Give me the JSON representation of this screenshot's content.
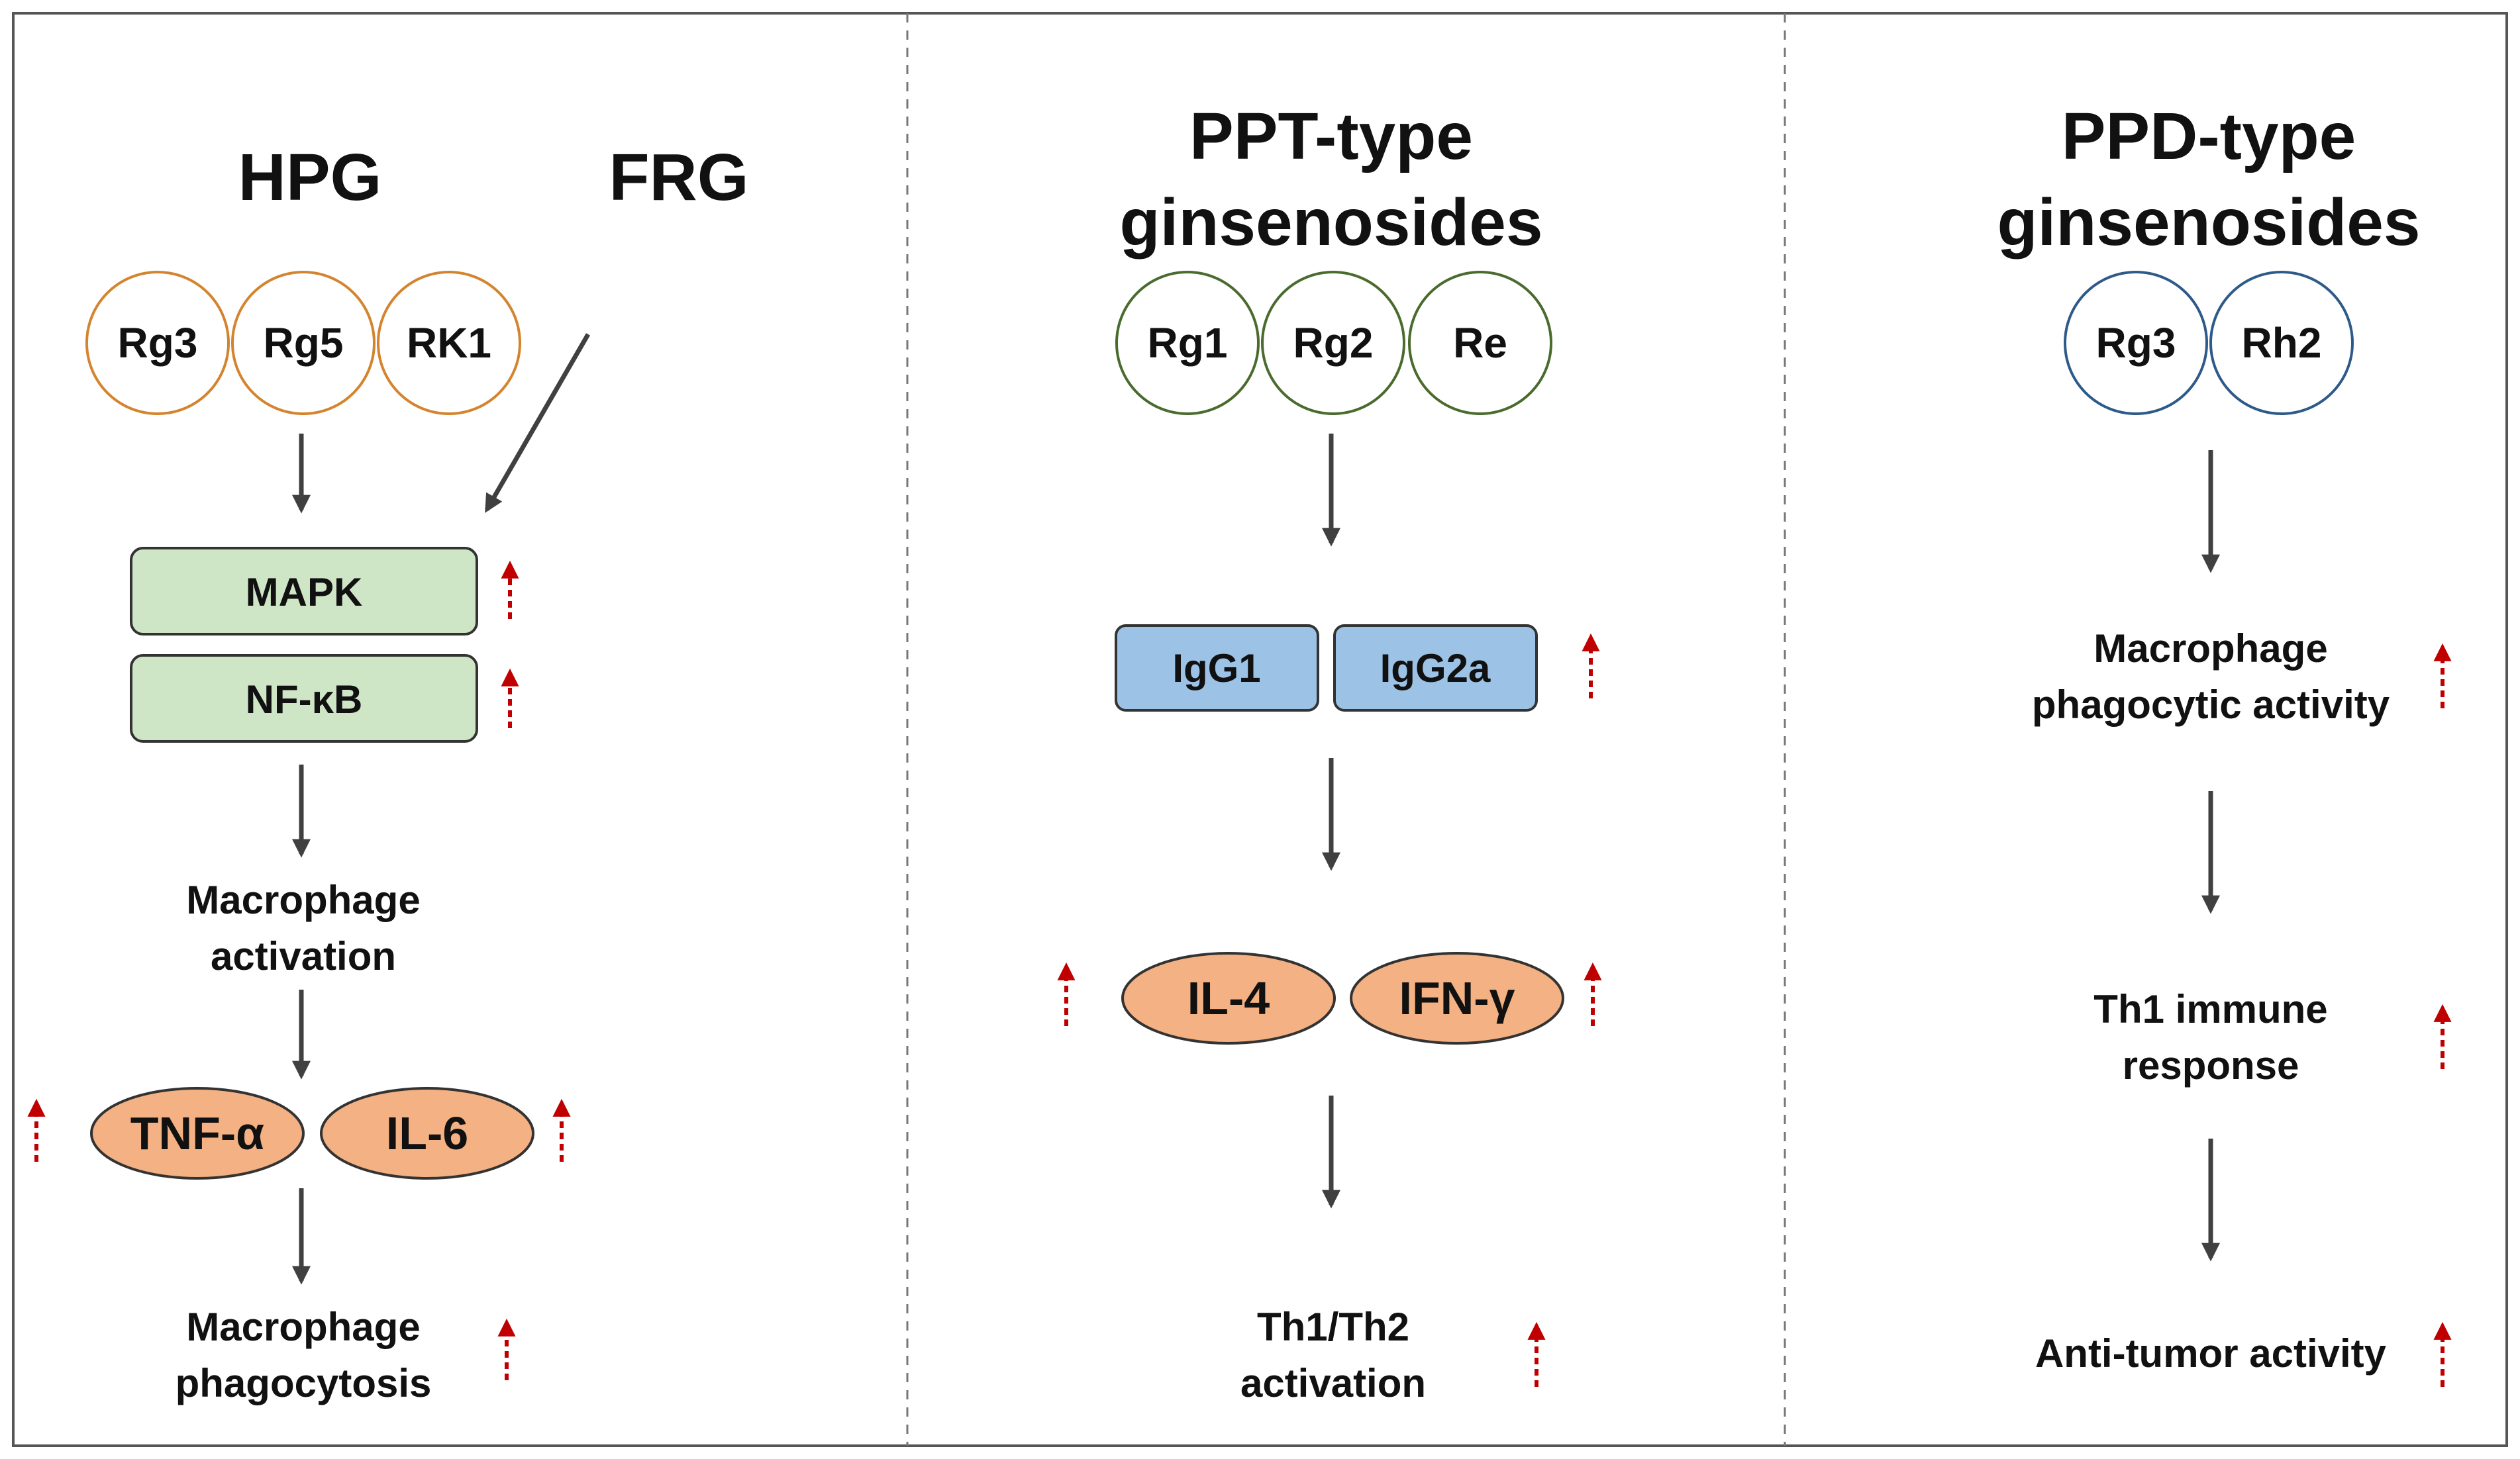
{
  "colors": {
    "hpg_circle": "#d4842e",
    "ppt_circle": "#4a6b2e",
    "ppd_circle": "#2e5a8a",
    "green_box": "#cfe6c6",
    "blue_box": "#9cc3e6",
    "orange_oval": "#f4b183",
    "up_arrow": "#c00000",
    "flow_arrow": "#404040"
  },
  "panels": [
    {
      "titles": [
        "HPG",
        "FRG"
      ],
      "circles": [
        "Rg3",
        "Rg5",
        "RK1"
      ],
      "boxes": [
        "MAPK",
        "NF-κB"
      ],
      "label1": [
        "Macrophage",
        "activation"
      ],
      "ovals": [
        "TNF-α",
        "IL-6"
      ],
      "label2": [
        "Macrophage",
        "phagocytosis"
      ]
    },
    {
      "title": [
        "PPT-type",
        "ginsenosides"
      ],
      "circles": [
        "Rg1",
        "Rg2",
        "Re"
      ],
      "boxes": [
        "IgG1",
        "IgG2a"
      ],
      "ovals": [
        "IL-4",
        "IFN-γ"
      ],
      "label": [
        "Th1/Th2",
        "activation"
      ]
    },
    {
      "title": [
        "PPD-type",
        "ginsenosides"
      ],
      "circles": [
        "Rg3",
        "Rh2"
      ],
      "label1": [
        "Macrophage",
        "phagocytic activity"
      ],
      "label2": [
        "Th1 immune",
        "response"
      ],
      "label3": "Anti-tumor activity"
    }
  ]
}
